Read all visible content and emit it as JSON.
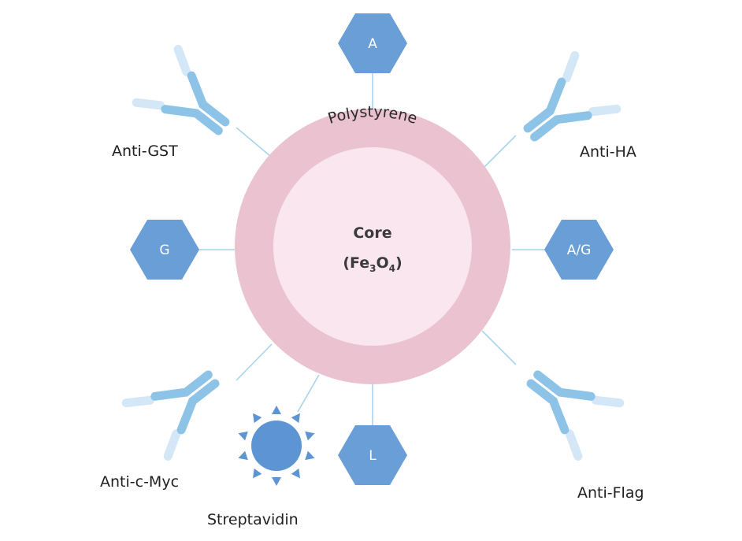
{
  "bead": {
    "shell_label": "Polystyrene",
    "core_label": "Core",
    "core_formula": {
      "open": "(Fe",
      "sub1": "3",
      "mid": "O",
      "sub2": "4",
      "close": ")"
    }
  },
  "ligands": {
    "protein_a": "A",
    "protein_g": "G",
    "protein_ag": "A/G",
    "protein_l": "L"
  },
  "antibodies": {
    "anti_gst": "Anti-GST",
    "anti_ha": "Anti-HA",
    "anti_c_myc": "Anti-c-Myc",
    "anti_flag": "Anti-Flag"
  },
  "streptavidin_label": "Streptavidin",
  "colors": {
    "shell": "#ebc3d0",
    "core": "#f9e6ee",
    "hexagon": "#6a9ed6",
    "antibody": "#8ec3e8",
    "antibody_light": "#d3e7f6",
    "connector": "#a9d3ec",
    "streptavidin": "#5d95d4"
  },
  "icons": [
    "hexagon-icon",
    "antibody-icon",
    "sun-icon"
  ]
}
